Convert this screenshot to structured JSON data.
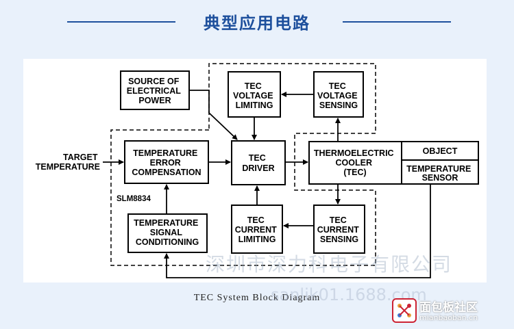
{
  "header": {
    "title": "典型应用电路"
  },
  "diagram": {
    "blocks": {
      "source": [
        "SOURCE OF",
        "ELECTRICAL",
        "POWER"
      ],
      "target": [
        "TARGET",
        "TEMPERATURE"
      ],
      "error_comp": [
        "TEMPERATURE",
        "ERROR",
        "COMPENSATION"
      ],
      "tec_driver": [
        "TEC",
        "DRIVER"
      ],
      "tec": [
        "THERMOELECTRIC",
        "COOLER",
        "(TEC)"
      ],
      "object": [
        "OBJECT"
      ],
      "temp_sensor": [
        "TEMPERATURE",
        "SENSOR"
      ],
      "v_limit": [
        "TEC",
        "VOLTAGE",
        "LIMITING"
      ],
      "v_sense": [
        "TEC",
        "VOLTAGE",
        "SENSING"
      ],
      "signal_cond": [
        "TEMPERATURE",
        "SIGNAL",
        "CONDITIONING"
      ],
      "c_limit": [
        "TEC",
        "CURRENT",
        "LIMITING"
      ],
      "c_sense": [
        "TEC",
        "CURRENT",
        "SENSING"
      ]
    },
    "chip_label": "SLM8834",
    "caption": "TEC System Block Diagram"
  },
  "watermarks": {
    "company": "深圳市深力科电子有限公司",
    "url": "sanlik01.1688.com"
  },
  "logo": {
    "name": "面包板社区",
    "domain": "mianbaoban.cn"
  }
}
